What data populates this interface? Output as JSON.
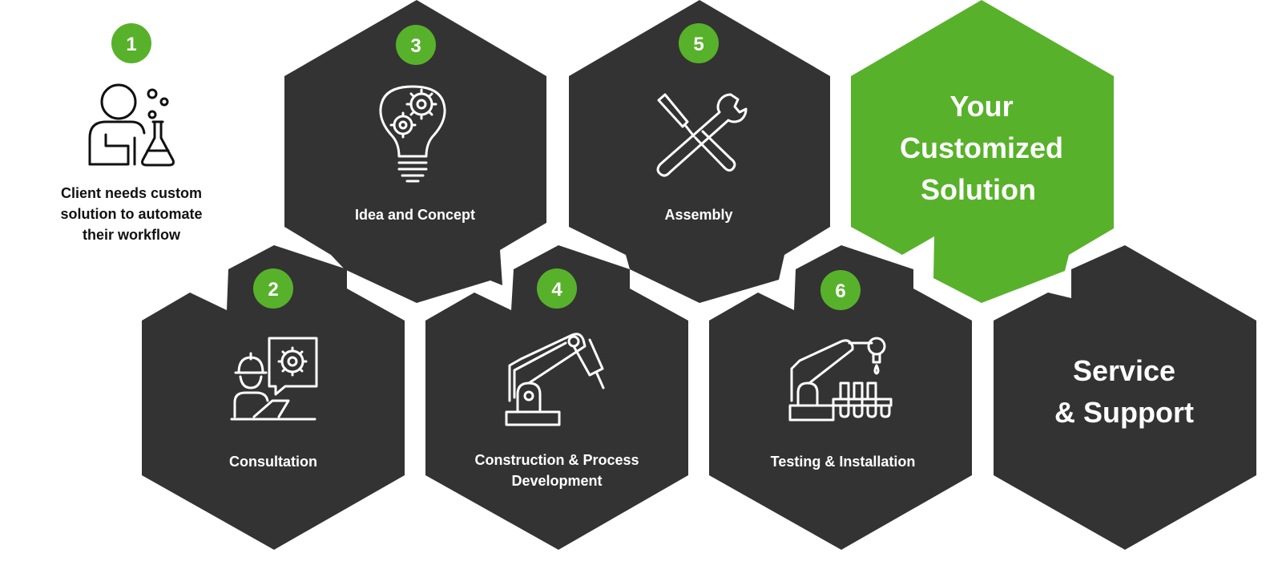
{
  "colors": {
    "hex_dark": "#333333",
    "hex_green": "#58b12b",
    "badge_green": "#58b12b",
    "text_dark": "#111111",
    "text_light": "#ffffff"
  },
  "start": {
    "number": "1",
    "icon": "client-scientist-icon",
    "label_lines": [
      "Client needs custom",
      "solution to automate",
      "their workflow"
    ]
  },
  "steps": [
    {
      "number": "3",
      "icon": "lightbulb-gears-icon",
      "label_lines": [
        "Idea and Concept"
      ]
    },
    {
      "number": "5",
      "icon": "wrench-screwdriver-icon",
      "label_lines": [
        "Assembly"
      ]
    },
    {
      "number": "2",
      "icon": "engineer-consultation-icon",
      "label_lines": [
        "Consultation"
      ]
    },
    {
      "number": "4",
      "icon": "robotic-arm-icon",
      "label_lines": [
        "Construction & Process",
        "Development"
      ]
    },
    {
      "number": "6",
      "icon": "robot-test-tubes-icon",
      "label_lines": [
        "Testing & Installation"
      ]
    }
  ],
  "solution": {
    "title_lines": [
      "Your",
      "Customized",
      "Solution"
    ]
  },
  "support": {
    "title_lines": [
      "Service",
      "& Support"
    ]
  }
}
